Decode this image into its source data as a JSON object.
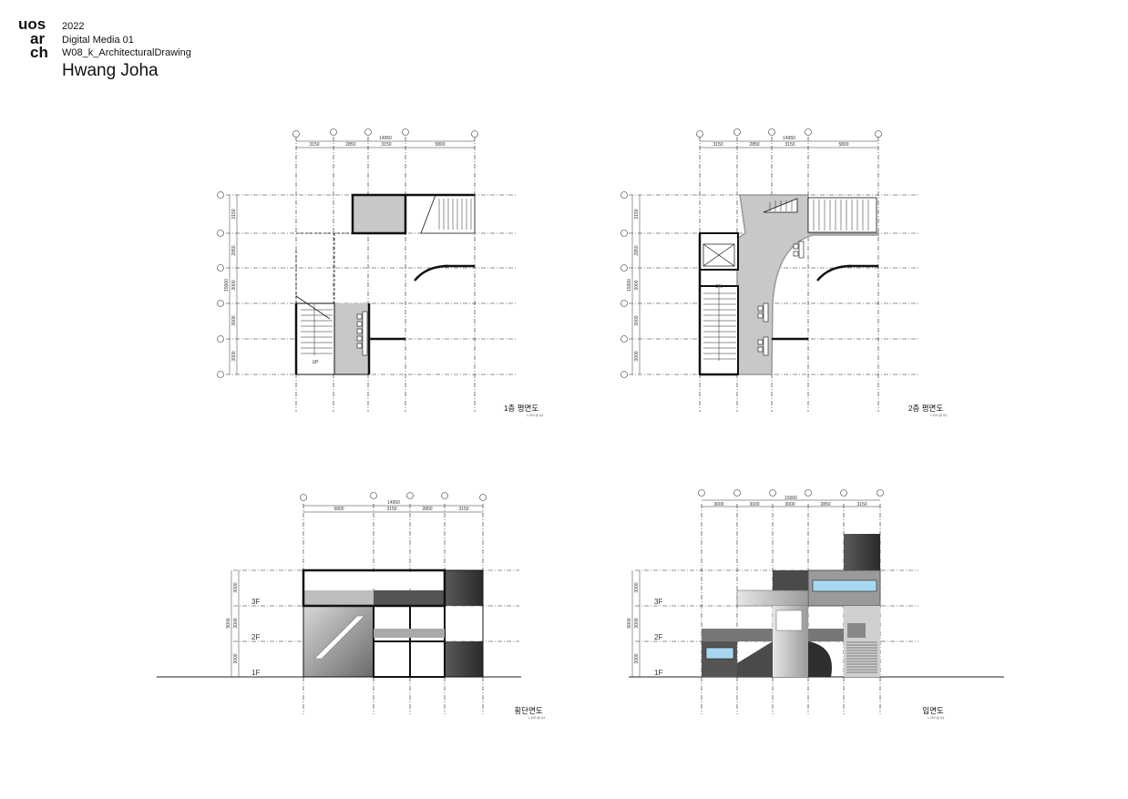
{
  "logo": {
    "lines": [
      "uos",
      "ar",
      "ch"
    ],
    "icon": "uos-arch-logo"
  },
  "header": {
    "year": "2022",
    "course": "Digital Media 01",
    "assignment": "W08_k_ArchitecturalDrawing",
    "author": "Hwang Joha"
  },
  "drawings": {
    "plan1": {
      "caption": "1층 평면도",
      "scale": "1:200 @ A3",
      "total": "14950",
      "spans": [
        "3150",
        "2850",
        "3150",
        "5800"
      ],
      "rows": [
        "3150",
        "2850",
        "3000",
        "3000",
        "3000"
      ],
      "total_v": "15000",
      "up": "UP"
    },
    "plan2": {
      "caption": "2층 평면도",
      "scale": "1:200 @ A3",
      "total": "14950",
      "spans": [
        "3150",
        "2850",
        "3150",
        "5800"
      ],
      "rows": [
        "3150",
        "2850",
        "3000",
        "3000",
        "3000"
      ],
      "total_v": "15000",
      "dn": "DN"
    },
    "section": {
      "caption": "횡단면도",
      "scale": "1:200 @ A3",
      "total": "14950",
      "spans": [
        "5800",
        "3150",
        "2850",
        "3150"
      ],
      "levels": [
        "3F",
        "2F",
        "1F"
      ],
      "heights": [
        "3000",
        "3000",
        "3000"
      ],
      "total_h": "9000"
    },
    "elevation": {
      "caption": "입면도",
      "scale": "1:200 @ A3",
      "total": "15000",
      "spans": [
        "3000",
        "3000",
        "3000",
        "2850",
        "3150"
      ],
      "levels": [
        "3F",
        "2F",
        "1F"
      ],
      "heights": [
        "3000",
        "3000",
        "3000"
      ],
      "total_h": "9000"
    }
  },
  "colors": {
    "wall": "#111111",
    "floor": "#c8c8c8",
    "grid": "#222222",
    "glass": "#a8d8f0",
    "dark_panel": "#4a4a4a"
  }
}
